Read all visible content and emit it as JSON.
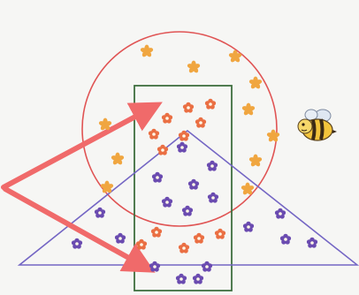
{
  "colors": {
    "background": "#f6f6f4",
    "circle": "#e05454",
    "rectangle": "#3f6e3f",
    "triangle": "#7466c4",
    "arrow": "#f06a6a",
    "orange_flower": "#f0a640",
    "red_flower": "#ea6f43",
    "purple_flower": "#6a4bb0",
    "flower_center": "#fff7e6"
  },
  "shapes": [
    "circle",
    "rectangle",
    "triangle"
  ],
  "flower_groups": [
    {
      "name": "circle-only",
      "color": "orange_flower",
      "icon": "star-flower-icon"
    },
    {
      "name": "circle-and-rectangle",
      "color": "red_flower",
      "icon": "round-flower-icon"
    },
    {
      "name": "circle-rectangle-triangle",
      "color": "purple_flower",
      "icon": "round-flower-icon"
    },
    {
      "name": "triangle",
      "color": "purple_flower",
      "icon": "round-flower-icon"
    },
    {
      "name": "rectangle-and-triangle",
      "color": "red_flower",
      "icon": "round-flower-icon"
    },
    {
      "name": "rectangle-only",
      "color": "purple_flower",
      "icon": "round-flower-icon"
    }
  ],
  "decoration": {
    "icon": "bee-icon"
  }
}
